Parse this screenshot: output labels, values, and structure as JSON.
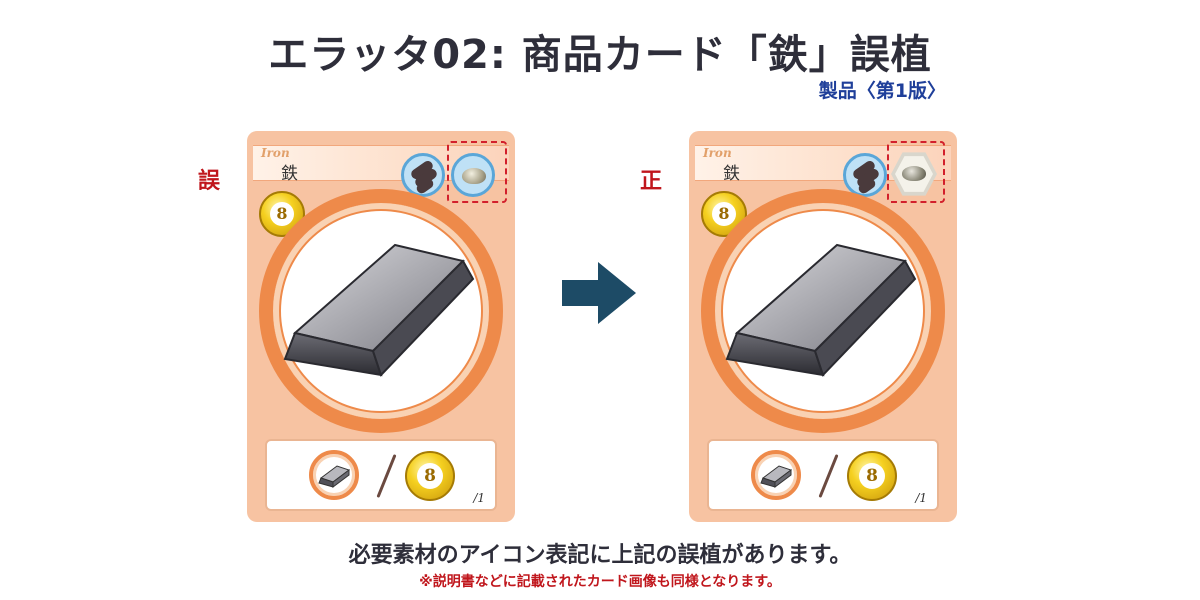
{
  "title": "エラッタ02: 商品カード「鉄」誤植",
  "edition": "製品〈第1版〉",
  "labels": {
    "wrong": "誤",
    "right": "正"
  },
  "cards": {
    "wrong": {
      "en_name": "Iron",
      "jp_name": "鉄",
      "value": "8",
      "count": "/1"
    },
    "right": {
      "en_name": "Iron",
      "jp_name": "鉄",
      "value": "8",
      "count": "/1"
    }
  },
  "notes": {
    "main": "必要素材のアイコン表記に上記の誤植があります。",
    "sub": "※説明書などに記載されたカード画像も同様となります。"
  },
  "colors": {
    "highlight": "#d21f2b",
    "arrow": "#1d4b66",
    "title": "#2e2e3a",
    "edition": "#1f3f9a"
  }
}
